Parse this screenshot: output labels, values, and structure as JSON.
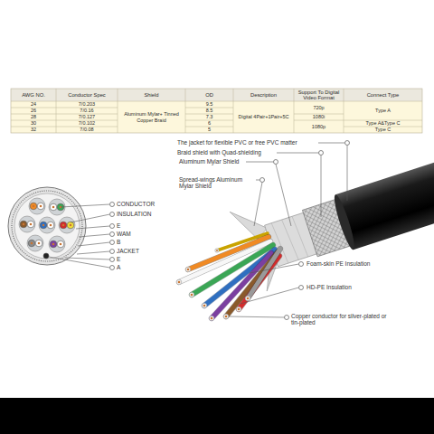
{
  "diagram": {
    "labels": [
      "AWG NO.",
      "Conductor Spec",
      "Shield",
      "OD",
      "Description",
      "Support To Digital Video Format",
      "Connect Type",
      "24",
      "7/0.203",
      "9.5",
      "26",
      "7/0.16",
      "8.5",
      "28",
      "7/0.127",
      "7.3",
      "30",
      "7/0.102",
      "6",
      "32",
      "7/0.08",
      "5",
      "Aluminum Mylar+ Tinned Copper Braid",
      "Digital 4Pair+1Pair+5C",
      "720p",
      "1080i",
      "1080p",
      "Type A",
      "Type A&Type C",
      "Type C",
      "The jacket for flexible PVC or free PVC matter",
      "Braid shield with Quad-shielding",
      "Aluminum Mylar Shield",
      "Spread-wings Aluminum Mylar Shield",
      "Foam-skin PE Insulation",
      "HD-PE Insulation",
      "Copper conductor for silver-plated or tin-plated",
      "CONDUCTOR",
      "INSULATION",
      "E",
      "WAM",
      "B",
      "JACKET",
      "E",
      "A"
    ]
  }
}
